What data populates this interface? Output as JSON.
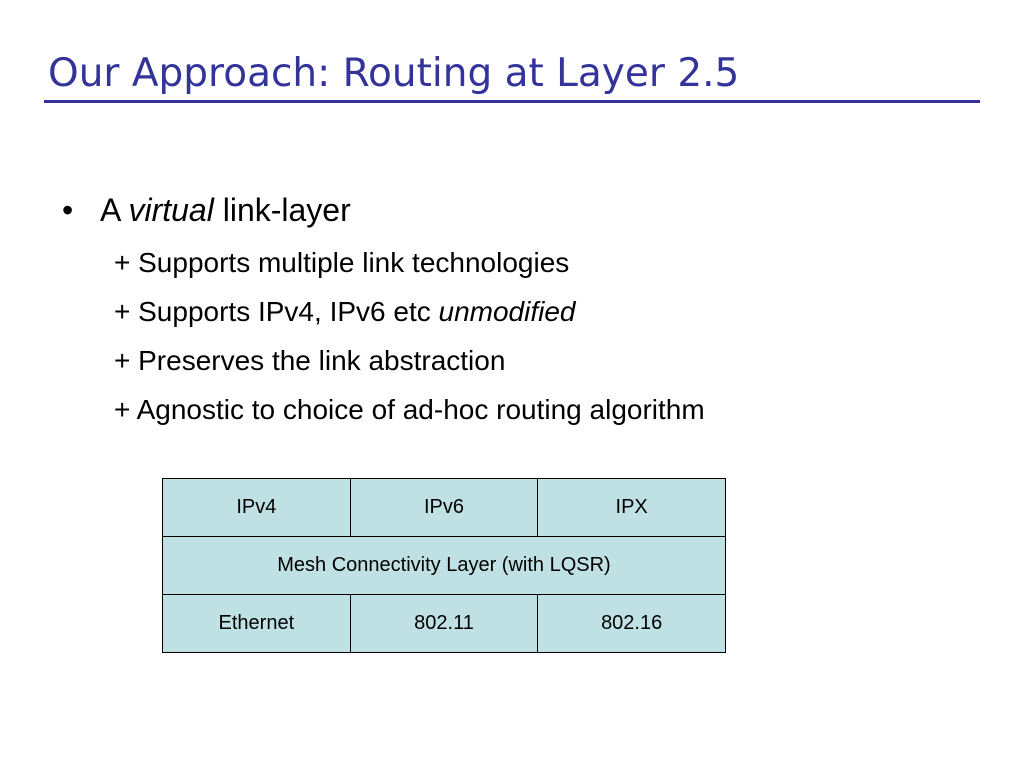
{
  "slide": {
    "title": "Our Approach: Routing at Layer 2.5",
    "bullet": {
      "marker": "•",
      "prefix": "A",
      "emphasis": "virtual",
      "suffix": "link-layer"
    },
    "subpoints": [
      {
        "text": "+ Supports multiple link technologies",
        "emphasis": ""
      },
      {
        "text": "+ Supports IPv4, IPv6 etc ",
        "emphasis": "unmodified"
      },
      {
        "text": "+ Preserves the link abstraction",
        "emphasis": ""
      },
      {
        "text": "+ Agnostic to choice of ad-hoc routing algorithm",
        "emphasis": ""
      }
    ]
  },
  "stack": {
    "rows": [
      [
        "IPv4",
        "IPv6",
        "IPX"
      ],
      [
        "Mesh Connectivity Layer (with LQSR)"
      ],
      [
        "Ethernet",
        "802.11",
        "802.16"
      ]
    ]
  },
  "colors": {
    "title": "#333399",
    "table_fill": "#bfe1e3"
  }
}
